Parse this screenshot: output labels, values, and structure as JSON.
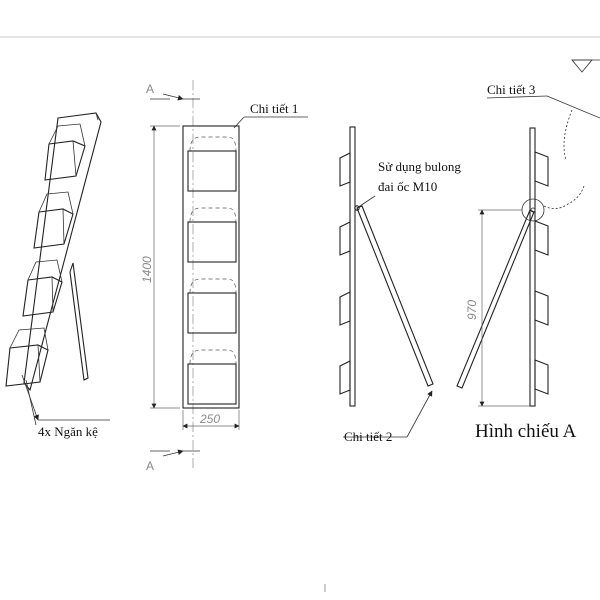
{
  "labels": {
    "part_1": "Chi tiết 1",
    "part_2": "Chi tiết 2",
    "part_3": "Chi tiết 3",
    "bolt_line1": "Sử dụng bulong",
    "bolt_line2": "đai ốc M10",
    "shelves": "4x Ngăn kệ",
    "view_a": "Hình chiếu A"
  },
  "dimensions": {
    "total_height": "1400",
    "width": "250",
    "leg_height": "970"
  },
  "section_marks": {
    "top": "A",
    "bottom": "A"
  }
}
